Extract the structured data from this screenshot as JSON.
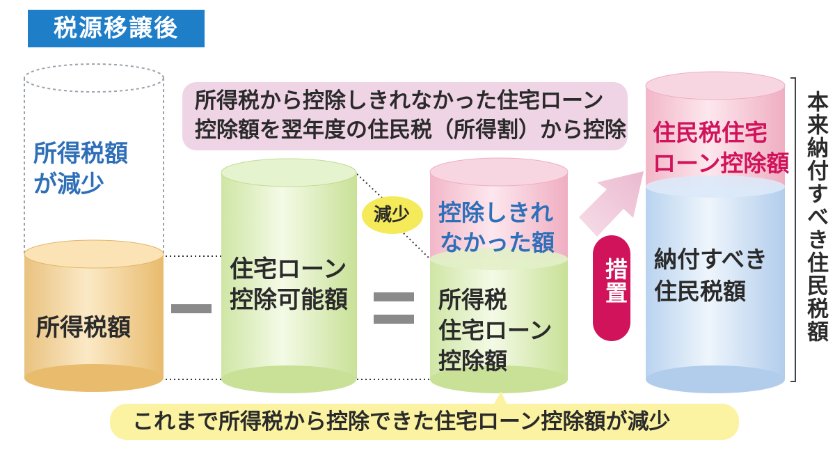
{
  "title": "税源移譲後",
  "left_cylinder": {
    "upper_text": [
      "所得税額",
      "が減少"
    ],
    "lower_text": "所得税額"
  },
  "middle_cylinder": {
    "text": [
      "住宅ローン",
      "控除可能額"
    ]
  },
  "reduce_badge": "減少",
  "right_cylinder": {
    "top_text": [
      "控除しきれ",
      "なかった額"
    ],
    "bottom_text": [
      "所得税",
      "住宅ローン",
      "控除額"
    ]
  },
  "top_note": [
    "所得税から控除しきれなかった住宅ローン",
    "控除額を翌年度の住民税（所得割）から控除"
  ],
  "measure_badge": "措置",
  "far_right_cylinder": {
    "top_text": [
      "住民税住宅",
      "ローン控除額"
    ],
    "bottom_text": [
      "納付すべき",
      "住民税額"
    ]
  },
  "vertical_label": "本来納付すべき住民税額",
  "bottom_note": "これまで所得税から控除できた住宅ローン控除額が減少",
  "colors": {
    "title_bg": "#1f7ec8",
    "pink_note": "#efd4e6",
    "yellow_note": "#fbf3a2",
    "accent_red": "#d0135a",
    "accent_blue": "#2f6fb8"
  }
}
